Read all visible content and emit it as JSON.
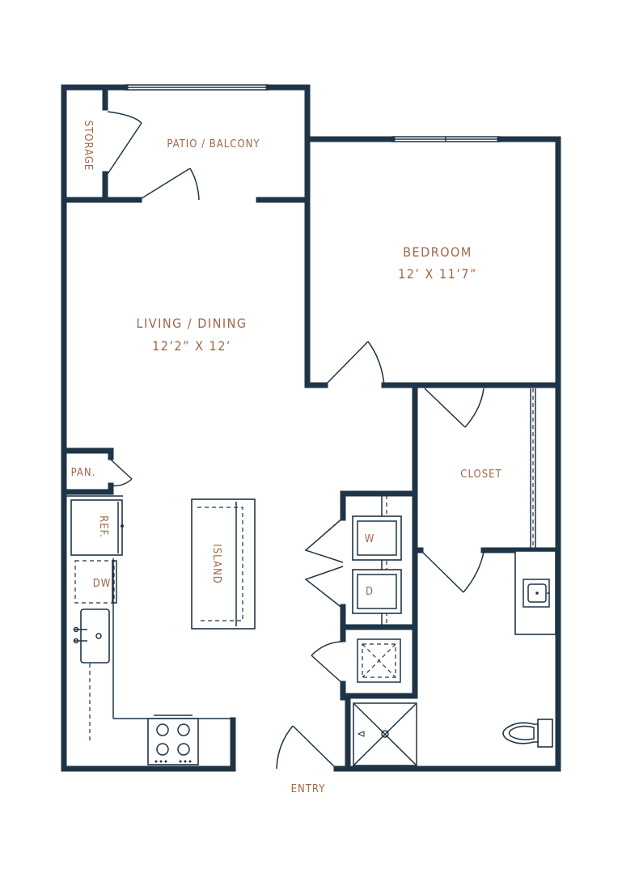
{
  "rooms": {
    "storage": "STORAGE",
    "patio": "PATIO / BALCONY",
    "bedroom": "BEDROOM",
    "bedroom_dim": "12’ X 11’7”",
    "living": "LIVING / DINING",
    "living_dim": "12’2” X 12’",
    "closet": "CLOSET",
    "pantry": "PAN.",
    "refrigerator": "REF.",
    "dishwasher": "DW",
    "island": "ISLAND",
    "washer": "W",
    "dryer": "D",
    "entry": "ENTRY"
  },
  "colors": {
    "wall": "#1f3446",
    "label": "#a0664a"
  }
}
